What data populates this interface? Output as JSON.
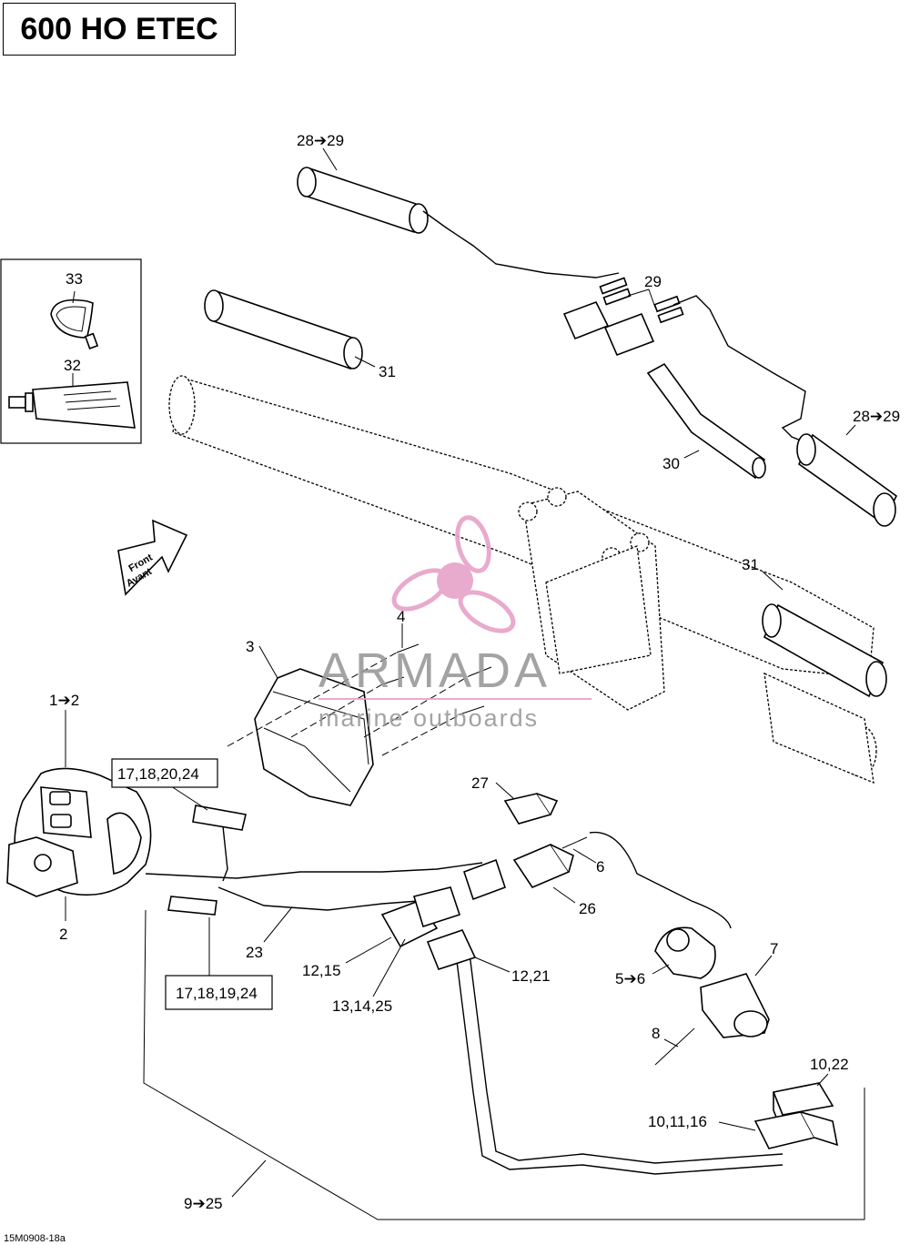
{
  "title": "600 HO ETEC",
  "figure_code": "15M0908-18a",
  "front_arrow": {
    "line1": "Front",
    "line2": "Avant"
  },
  "watermark": {
    "brand": "ARMADA",
    "tagline": "marine outboards",
    "accent_color": "#e6a1c8"
  },
  "callouts": {
    "c28_29_top": "28➔29",
    "c29": "29",
    "c31_top": "31",
    "c28_29_right": "28➔29",
    "c30": "30",
    "c31_right": "31",
    "c33": "33",
    "c32": "32",
    "c4": "4",
    "c3": "3",
    "c1_2": "1➔2",
    "c2": "2",
    "c27": "27",
    "c6": "6",
    "c26": "26",
    "c23": "23",
    "c12_15": "12,15",
    "c13_14_25": "13,14,25",
    "c12_21": "12,21",
    "c5_6": "5➔6",
    "c7": "7",
    "c8": "8",
    "c10_22": "10,22",
    "c10_11_16": "10,11,16",
    "c9_25": "9➔25"
  },
  "boxed_callouts": {
    "b17_18_20_24": "17,18,20,24",
    "b17_18_19_24": "17,18,19,24"
  }
}
